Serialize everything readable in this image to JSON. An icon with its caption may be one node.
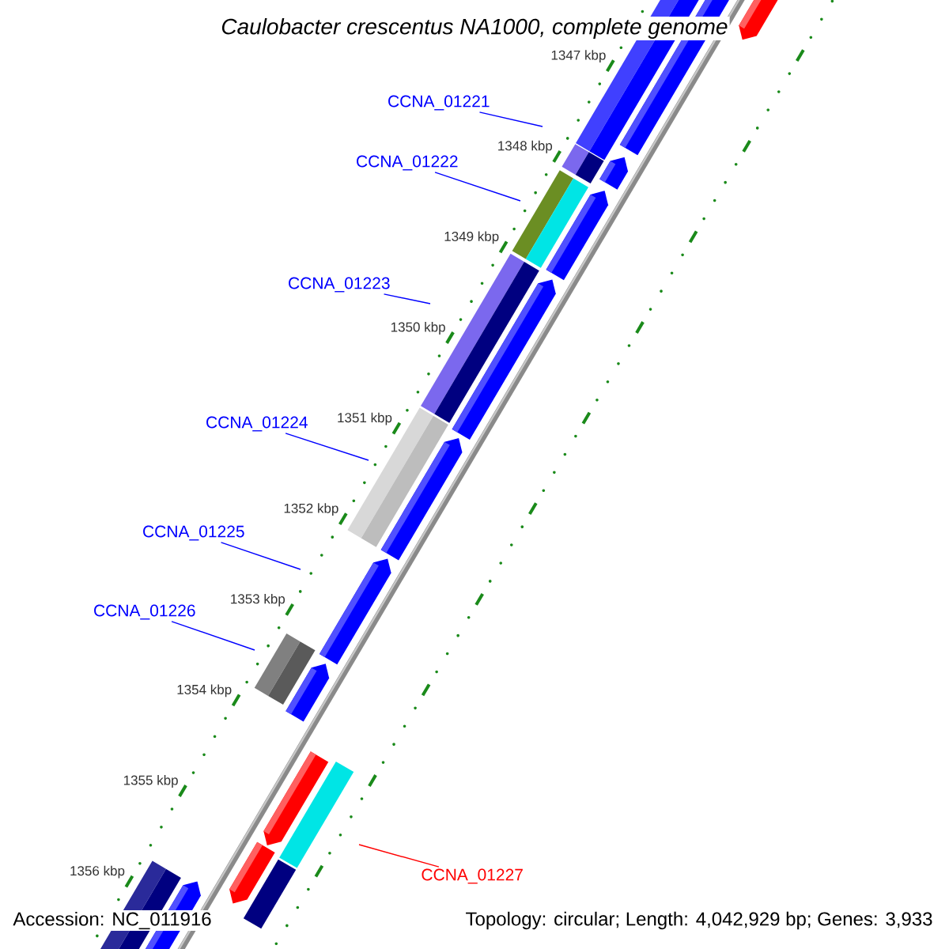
{
  "diagram": {
    "title": "Caulobacter crescentus NA1000, complete genome",
    "nodes": [
      {
        "text": [
          "CCNA_01221"
        ]
      },
      {
        "text": [
          "CCNA_01222"
        ]
      },
      {
        "text": [
          "CCNA_01223"
        ]
      },
      {
        "text": [
          "CCNA_01224"
        ]
      },
      {
        "text": [
          "CCNA_01225"
        ]
      },
      {
        "text": [
          "CCNA_01226"
        ]
      },
      {
        "text": [
          "CCNA_01227"
        ]
      }
    ],
    "edges": [
      {
        "from": 0,
        "to": null,
        "arrow": "none"
      },
      {
        "from": 1,
        "to": null,
        "arrow": "none"
      },
      {
        "from": 2,
        "to": null,
        "arrow": "none"
      },
      {
        "from": 3,
        "to": null,
        "arrow": "none"
      },
      {
        "from": 4,
        "to": null,
        "arrow": "none"
      },
      {
        "from": 5,
        "to": null,
        "arrow": "none"
      },
      {
        "from": 6,
        "to": null,
        "arrow": "none",
        "color": "#ff0000"
      }
    ],
    "labels": [
      "1347 kbp",
      "1348 kbp",
      "1349 kbp",
      "1350 kbp",
      "1351 kbp",
      "1352 kbp",
      "1353 kbp",
      "1354 kbp",
      "1355 kbp",
      "1356 kbp",
      "Accession: NC_011916",
      "Topology: circular; Length: 4,042,929 bp; Genes: 3,933"
    ]
  }
}
